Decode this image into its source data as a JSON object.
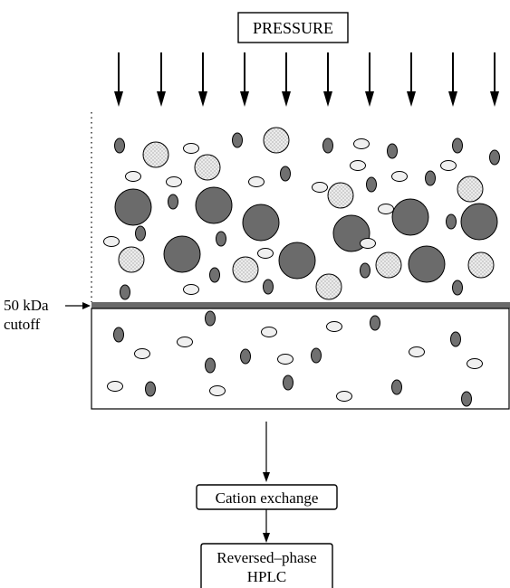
{
  "title_box": "PRESSURE",
  "membrane": {
    "line1": "50 kDa",
    "line2": "cutoff"
  },
  "steps": {
    "cation_exchange": "Cation exchange",
    "reversed_phase_line1": "Reversed–phase",
    "reversed_phase_line2": "HPLC"
  },
  "colors": {
    "large_particle": "#6b6b6b",
    "small_particle": "#707070",
    "dotted_particle": "#e6e6e6",
    "oval_particle": "#f0f0f0",
    "membrane": "#6a6a6a",
    "stroke": "#000000"
  },
  "particle_legend_icons": [
    "large-dark-circle",
    "dotted-light-circle",
    "small-dark-ellipse",
    "small-light-ellipse"
  ]
}
